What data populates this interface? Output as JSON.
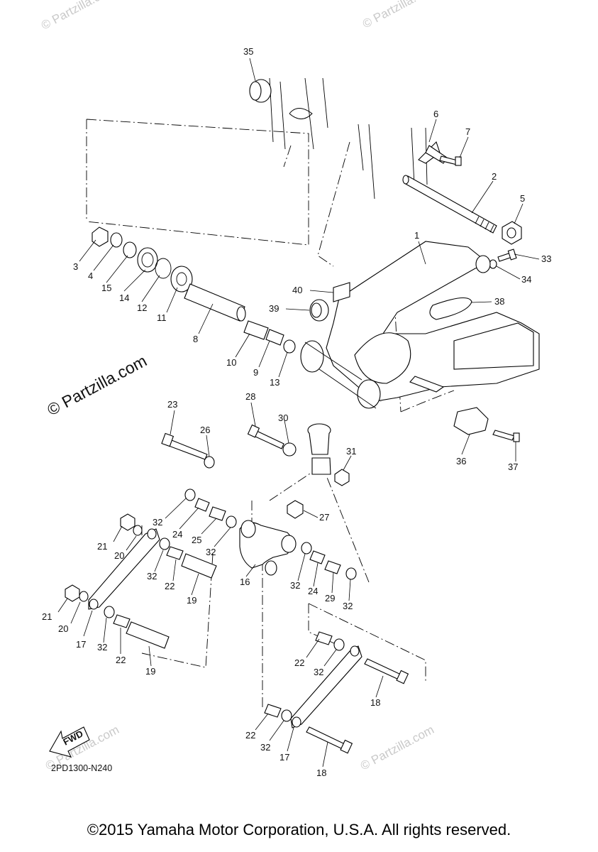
{
  "diagram": {
    "drawing_code": "2PD1300-N240",
    "fwd_label": "FWD",
    "copyright": "©2015 Yamaha Motor Corporation, U.S.A. All rights reserved.",
    "watermark_main": "© Partzilla.com",
    "watermark_faint": "© Partzilla.com",
    "callouts": [
      {
        "id": "c35",
        "label": "35"
      },
      {
        "id": "c6",
        "label": "6"
      },
      {
        "id": "c7",
        "label": "7"
      },
      {
        "id": "c2",
        "label": "2"
      },
      {
        "id": "c5",
        "label": "5"
      },
      {
        "id": "c1",
        "label": "1"
      },
      {
        "id": "c33",
        "label": "33"
      },
      {
        "id": "c34",
        "label": "34"
      },
      {
        "id": "c3",
        "label": "3"
      },
      {
        "id": "c4",
        "label": "4"
      },
      {
        "id": "c15",
        "label": "15"
      },
      {
        "id": "c14",
        "label": "14"
      },
      {
        "id": "c12",
        "label": "12"
      },
      {
        "id": "c11",
        "label": "11"
      },
      {
        "id": "c40",
        "label": "40"
      },
      {
        "id": "c38",
        "label": "38"
      },
      {
        "id": "c39",
        "label": "39"
      },
      {
        "id": "c8",
        "label": "8"
      },
      {
        "id": "c10",
        "label": "10"
      },
      {
        "id": "c9",
        "label": "9"
      },
      {
        "id": "c13",
        "label": "13"
      },
      {
        "id": "c23",
        "label": "23"
      },
      {
        "id": "c28",
        "label": "28"
      },
      {
        "id": "c30",
        "label": "30"
      },
      {
        "id": "c26",
        "label": "26"
      },
      {
        "id": "c31",
        "label": "31"
      },
      {
        "id": "c36",
        "label": "36"
      },
      {
        "id": "c37",
        "label": "37"
      },
      {
        "id": "c27",
        "label": "27"
      },
      {
        "id": "c32a",
        "label": "32"
      },
      {
        "id": "c24a",
        "label": "24"
      },
      {
        "id": "c25",
        "label": "25"
      },
      {
        "id": "c32b",
        "label": "32"
      },
      {
        "id": "c21a",
        "label": "21"
      },
      {
        "id": "c20a",
        "label": "20"
      },
      {
        "id": "c32c",
        "label": "32"
      },
      {
        "id": "c22a",
        "label": "22"
      },
      {
        "id": "c19a",
        "label": "19"
      },
      {
        "id": "c16",
        "label": "16"
      },
      {
        "id": "c32d",
        "label": "32"
      },
      {
        "id": "c24b",
        "label": "24"
      },
      {
        "id": "c29",
        "label": "29"
      },
      {
        "id": "c32e",
        "label": "32"
      },
      {
        "id": "c21b",
        "label": "21"
      },
      {
        "id": "c20b",
        "label": "20"
      },
      {
        "id": "c17a",
        "label": "17"
      },
      {
        "id": "c32f",
        "label": "32"
      },
      {
        "id": "c22b",
        "label": "22"
      },
      {
        "id": "c19b",
        "label": "19"
      },
      {
        "id": "c22c",
        "label": "22"
      },
      {
        "id": "c32g",
        "label": "32"
      },
      {
        "id": "c18a",
        "label": "18"
      },
      {
        "id": "c22d",
        "label": "22"
      },
      {
        "id": "c32h",
        "label": "32"
      },
      {
        "id": "c17b",
        "label": "17"
      },
      {
        "id": "c18b",
        "label": "18"
      }
    ]
  }
}
